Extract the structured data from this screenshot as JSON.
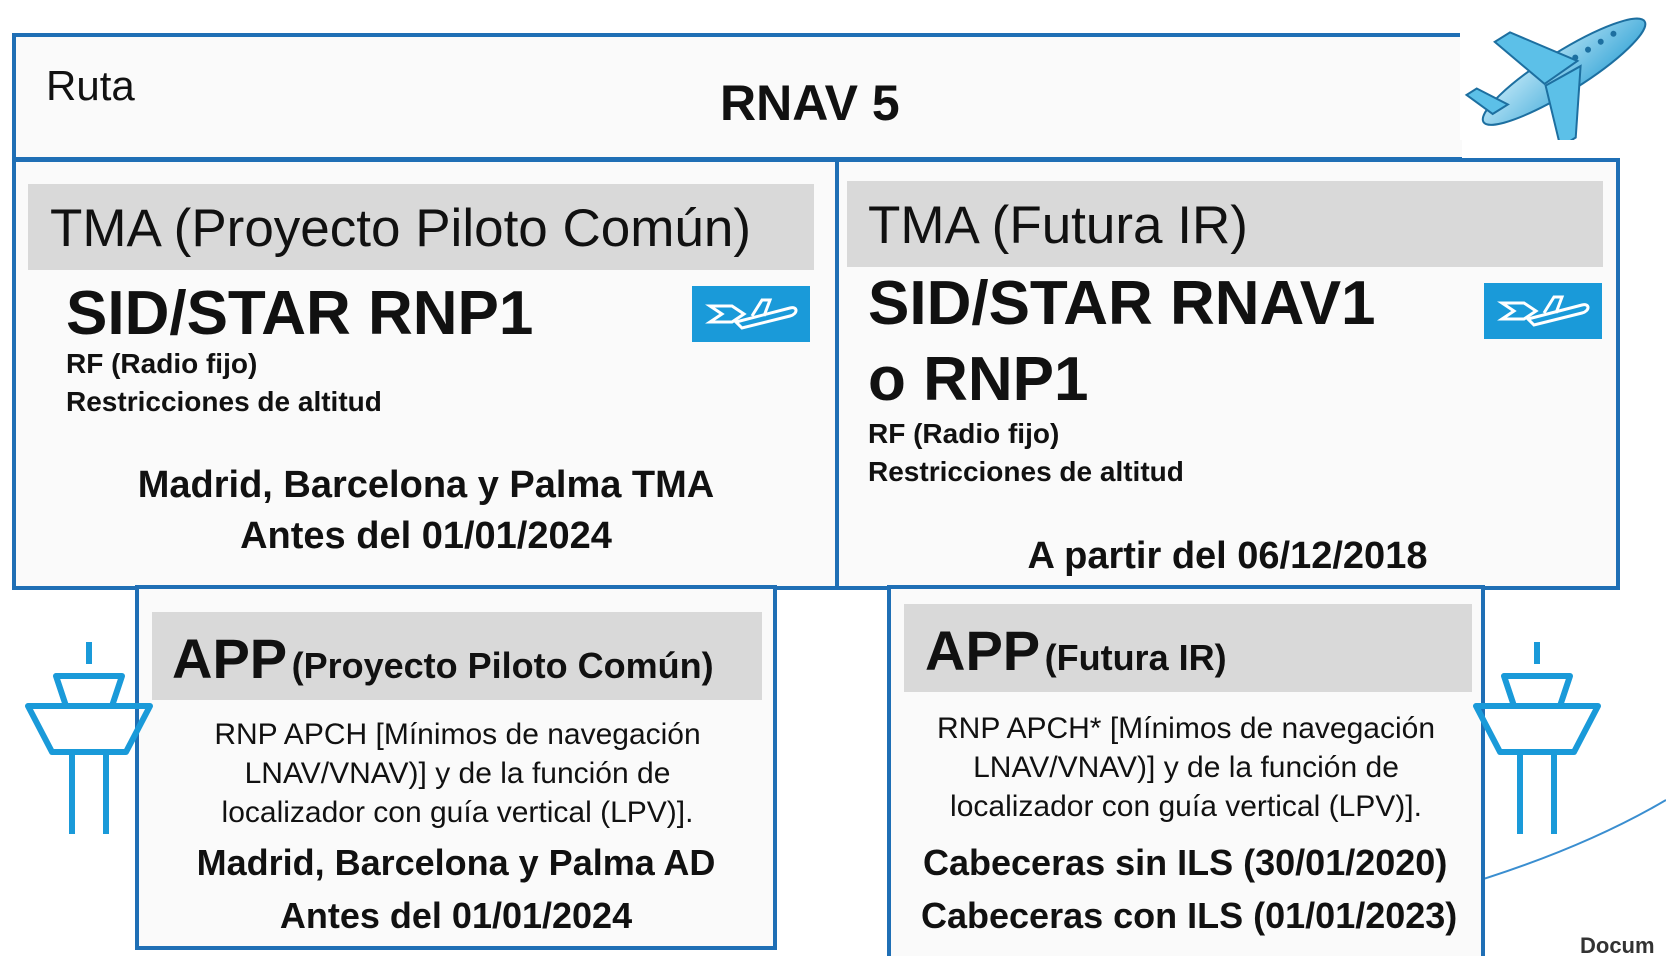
{
  "route": {
    "label": "Ruta",
    "title": "RNAV 5"
  },
  "tma_left": {
    "header": "TMA (Proyecto Piloto Común)",
    "spec": "SID/STAR RNP1",
    "features": [
      "RF (Radio fijo)",
      "Restricciones de altitud"
    ],
    "scope": "Madrid, Barcelona y Palma TMA",
    "deadline": "Antes del 01/01/2024"
  },
  "tma_right": {
    "header": "TMA (Futura IR)",
    "spec_line1": "SID/STAR RNAV1",
    "spec_line2": "o RNP1",
    "features": [
      "RF (Radio fijo)",
      "Restricciones de altitud"
    ],
    "deadline": "A partir del 06/12/2018"
  },
  "app_left": {
    "header_main": "APP",
    "header_sub": "(Proyecto Piloto Común)",
    "description": "RNP APCH [Mínimos de navegación LNAV/VNAV)] y de la función de localizador con guía vertical (LPV)].",
    "scope": "Madrid, Barcelona y Palma AD",
    "deadline": "Antes del 01/01/2024"
  },
  "app_right": {
    "header_main": "APP",
    "header_sub": "(Futura IR)",
    "description": "RNP APCH* [Mínimos de navegación LNAV/VNAV)] y de la función de localizador con guía vertical (LPV)].",
    "line1": "Cabeceras sin ILS (30/01/2020)",
    "line2": "Cabeceras con ILS (01/01/2023)"
  },
  "footer": {
    "fragment": "Docum"
  },
  "icons": [
    "airplane-icon",
    "departure-icon",
    "control-tower-icon"
  ],
  "colors": {
    "border": "#1f6fb5",
    "header_bg": "#d9d9d9",
    "icon_blue": "#1a9ad9"
  }
}
